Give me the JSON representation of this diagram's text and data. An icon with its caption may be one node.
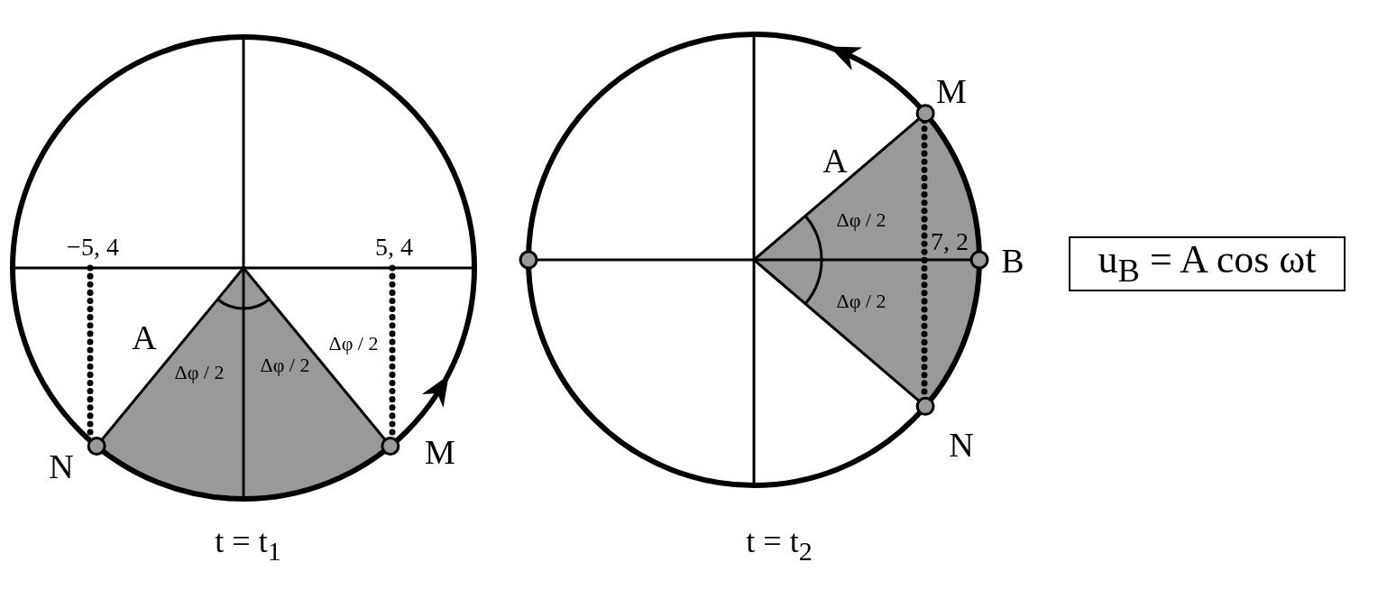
{
  "diagram": {
    "nodes": [
      {
        "text": [
          "u$_{B}$ = A cos ωt"
        ]
      }
    ],
    "labels": [
      "−5, 4",
      "5, 4",
      "A",
      "Δφ / 2",
      "Δφ / 2",
      "Δφ / 2",
      "N",
      "M",
      "t = t$_{1}$",
      "M",
      "A",
      "Δφ / 2",
      "7, 2",
      "B",
      "Δφ / 2",
      "N",
      "t = t$_{2}$"
    ]
  }
}
